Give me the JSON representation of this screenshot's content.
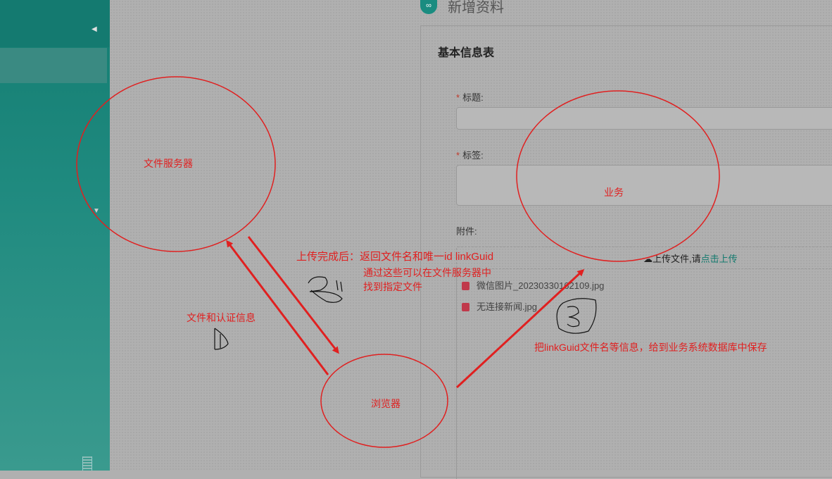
{
  "header": {
    "title": "新增资料",
    "icon": "share-icon"
  },
  "form": {
    "section_title": "基本信息表",
    "fields": [
      {
        "label": "标题:",
        "required": "*"
      },
      {
        "label": "标签:",
        "required": "*"
      }
    ],
    "attachment_label": "附件:",
    "upload": {
      "prefix": "上传文件,请",
      "link": "点击上传"
    },
    "files": [
      "微信图片_20230330162109.jpg",
      "无连接新闻.jpg"
    ]
  },
  "annotations": {
    "file_server": "文件服务器",
    "business": "业务",
    "browser": "浏览器",
    "auth_info": "文件和认证信息",
    "upload_done": "上传完成后：返回文件名和唯一id linkGuid",
    "find_line1": "通过这些可以在文件服务器中",
    "find_line2": "找到指定文件",
    "save_info": "把linkGuid文件名等信息，给到业务系统数据库中保存"
  },
  "colors": {
    "annotation": "#e02020",
    "accent": "#137a6e",
    "sidebar": "#1f8a7f"
  }
}
